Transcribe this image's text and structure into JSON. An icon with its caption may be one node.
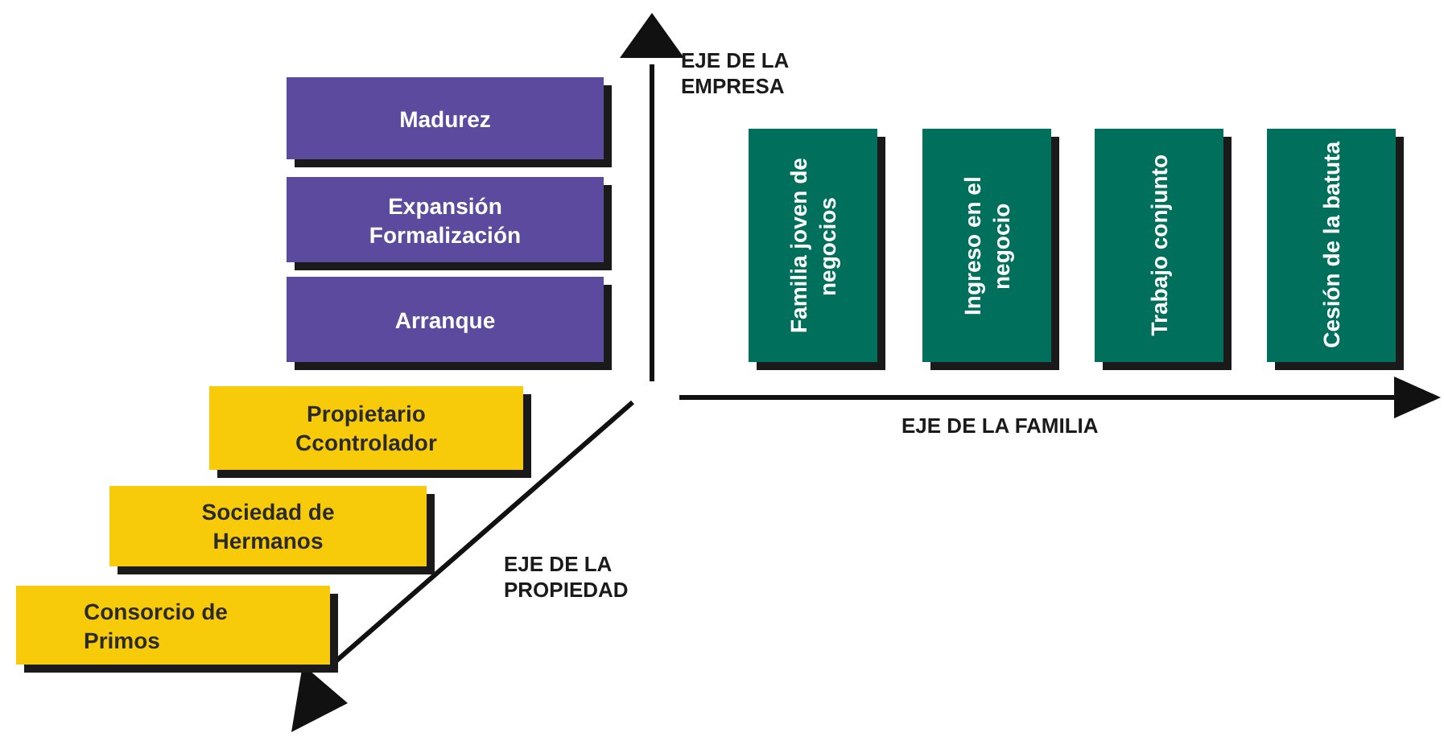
{
  "diagram": {
    "nodes": [
      {
        "text": [
          "Madurez"
        ]
      },
      {
        "text": [
          "Expansión Formalización"
        ]
      },
      {
        "text": [
          "Arranque"
        ]
      },
      {
        "text": [
          "Familia joven de negocios"
        ]
      },
      {
        "text": [
          "Ingreso en el negocio"
        ]
      },
      {
        "text": [
          "Trabajo conjunto"
        ]
      },
      {
        "text": [
          "Cesión de la batuta"
        ]
      },
      {
        "text": [
          "Propietario Ccontrolador"
        ]
      },
      {
        "text": [
          "Sociedad de Hermanos"
        ]
      },
      {
        "text": [
          "Consorcio de Primos"
        ]
      }
    ],
    "labels": [
      "EJE DE LA EMPRESA",
      "EJE DE LA FAMILIA",
      "EJE DE LA PROPIEDAD"
    ]
  }
}
